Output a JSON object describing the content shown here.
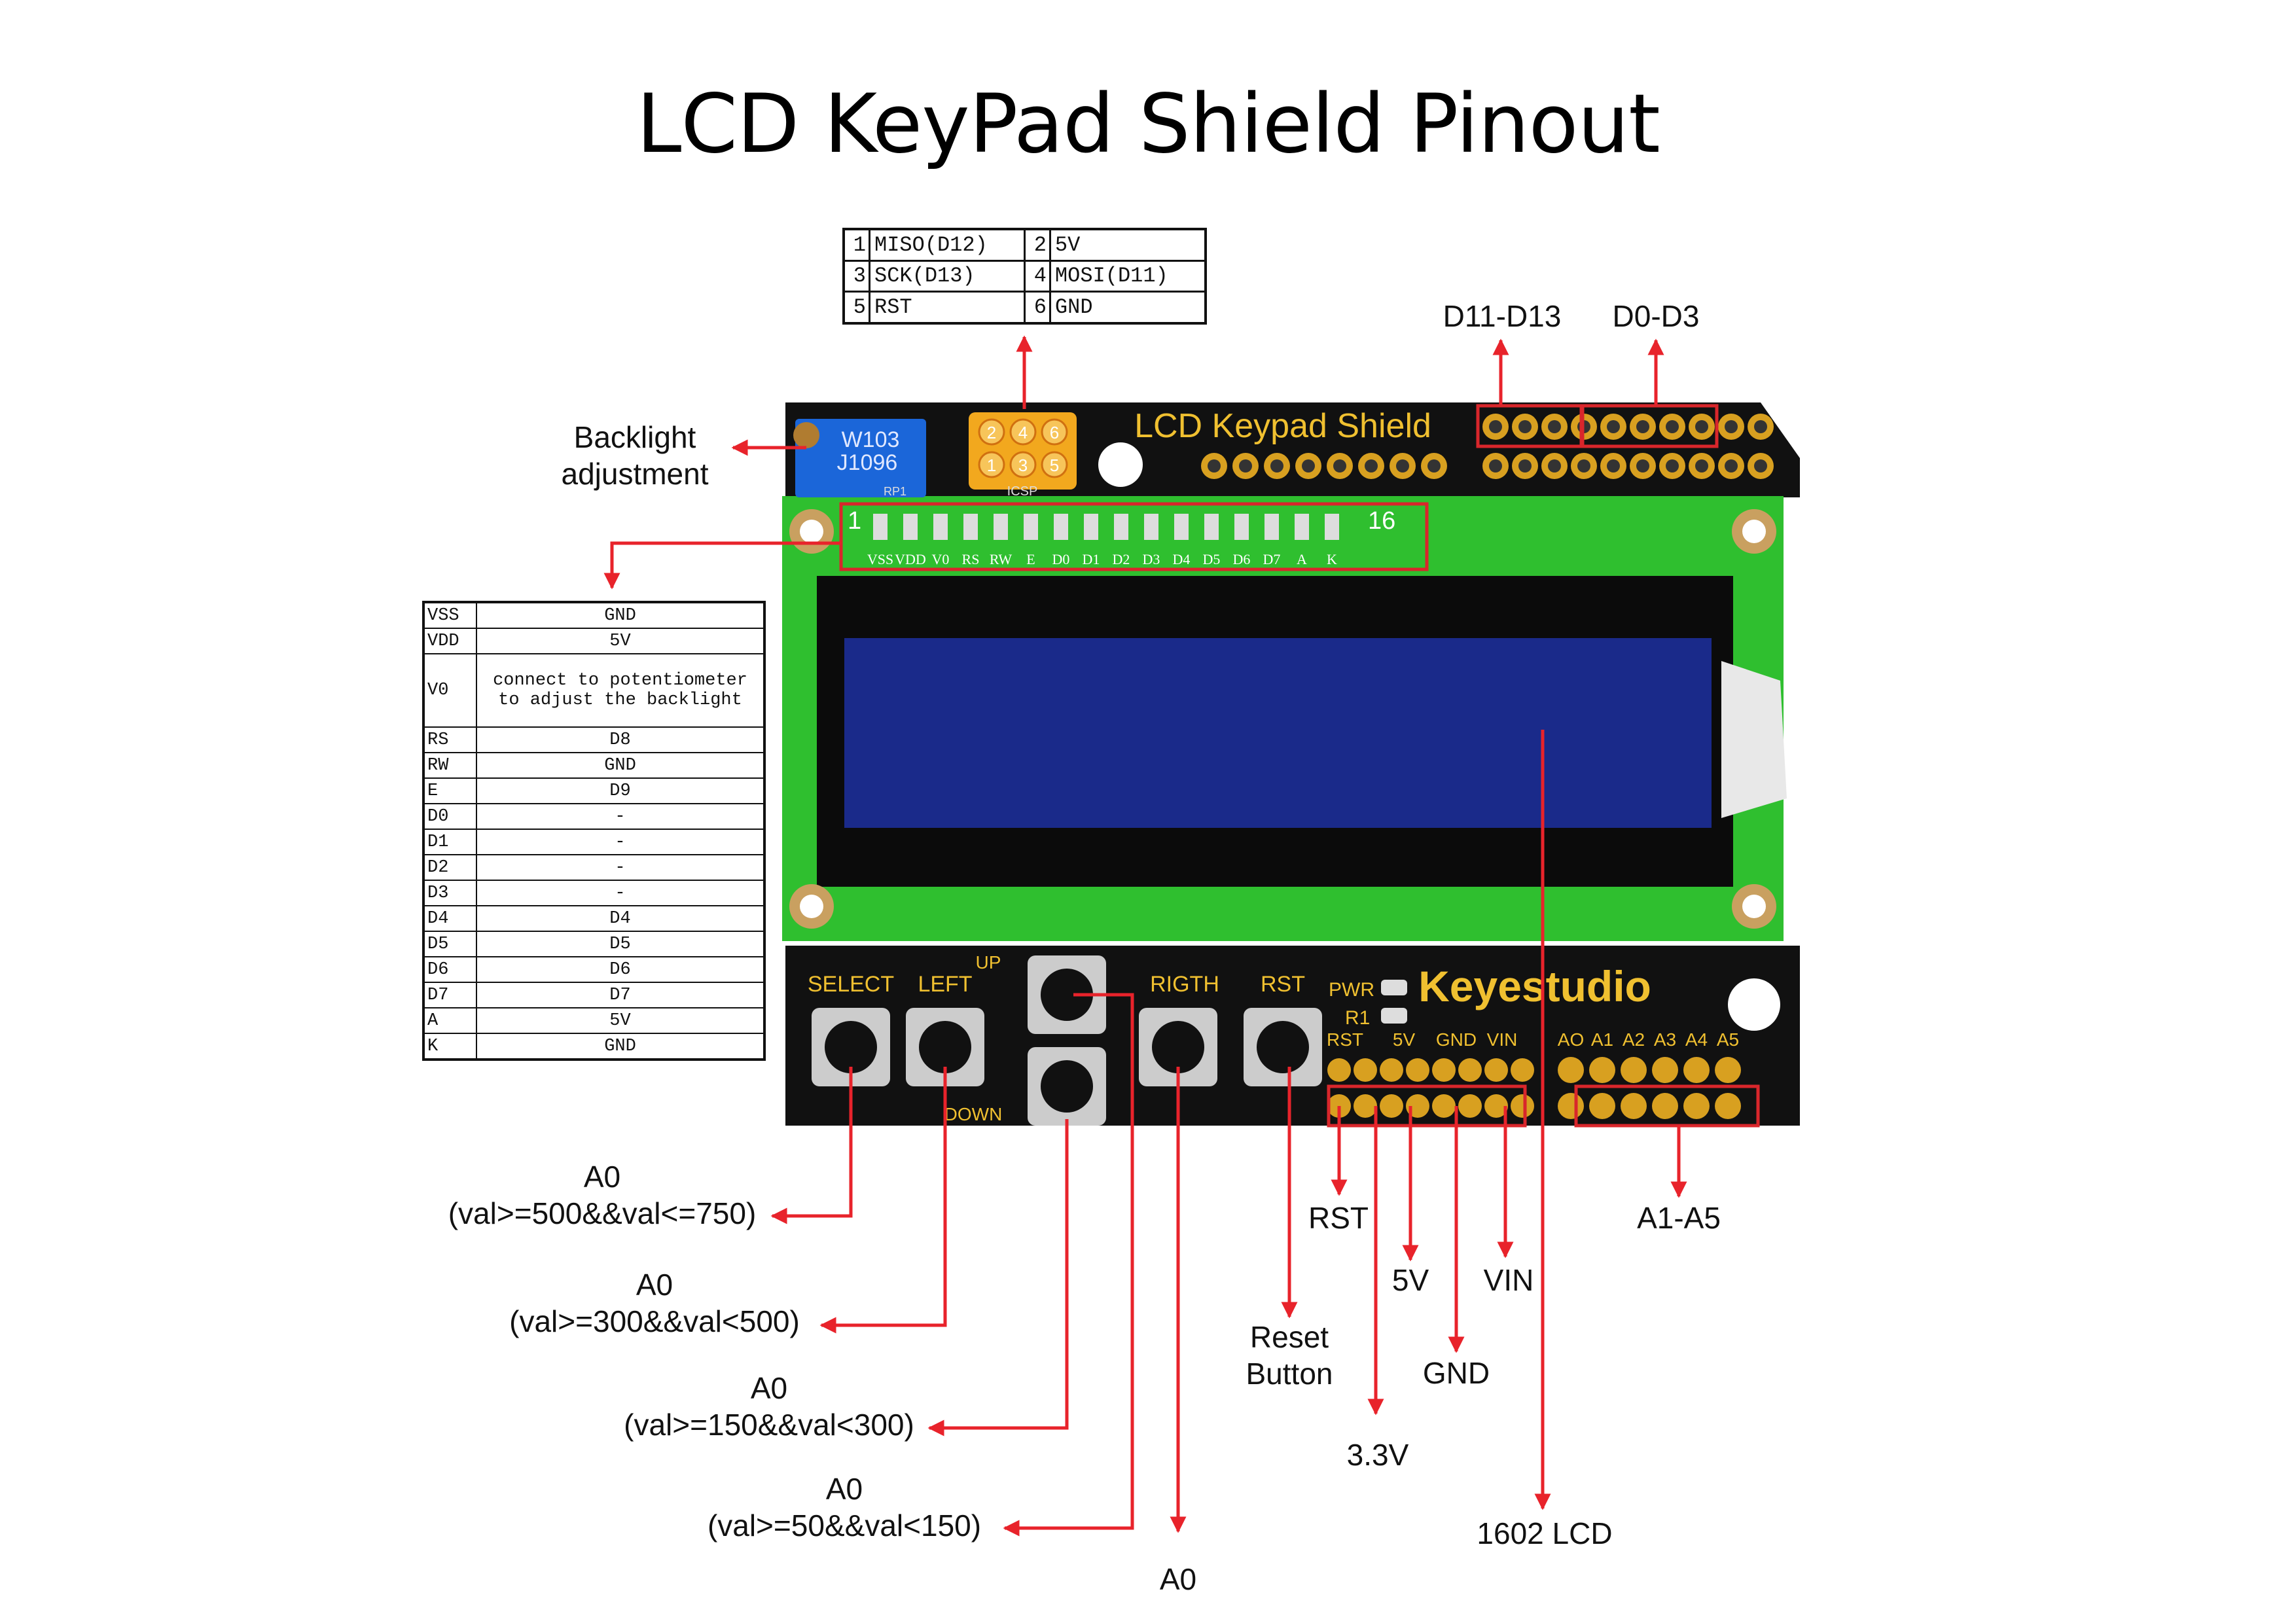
{
  "title": "LCD KeyPad Shield Pinout",
  "icsp_table": [
    {
      "n1": "1",
      "p1": "MISO(D12)",
      "n2": "2",
      "p2": "5V"
    },
    {
      "n1": "3",
      "p1": "SCK(D13)",
      "n2": "4",
      "p2": "MOSI(D11)"
    },
    {
      "n1": "5",
      "p1": "RST",
      "n2": "6",
      "p2": "GND"
    }
  ],
  "lcd_pin_table": [
    {
      "pin": "VSS",
      "value": "GND"
    },
    {
      "pin": "VDD",
      "value": "5V"
    },
    {
      "pin": "V0",
      "value": "connect to potentiometer to adjust the backlight"
    },
    {
      "pin": "RS",
      "value": "D8"
    },
    {
      "pin": "RW",
      "value": "GND"
    },
    {
      "pin": "E",
      "value": "D9"
    },
    {
      "pin": "D0",
      "value": "-"
    },
    {
      "pin": "D1",
      "value": "-"
    },
    {
      "pin": "D2",
      "value": "-"
    },
    {
      "pin": "D3",
      "value": "-"
    },
    {
      "pin": "D4",
      "value": "D4"
    },
    {
      "pin": "D5",
      "value": "D5"
    },
    {
      "pin": "D6",
      "value": "D6"
    },
    {
      "pin": "D7",
      "value": "D7"
    },
    {
      "pin": "A",
      "value": "5V"
    },
    {
      "pin": "K",
      "value": "GND"
    }
  ],
  "labels": {
    "backlight": "Backlight\nadjustment",
    "d11_d13": "D11-D13",
    "d0_d3": "D0-D3",
    "select": "A0\n(val>=500&&val<=750)",
    "left": "A0\n(val>=300&&val<500)",
    "down": "A0\n(val>=150&&val<300)",
    "up": "A0\n(val>=50&&val<150)",
    "right": "A0",
    "rst": "RST",
    "five_v": "5V",
    "vin": "VIN",
    "gnd": "GND",
    "three_v": "3.3V",
    "reset_button": "Reset\nButton",
    "lcd": "1602 LCD",
    "a1_a5": "A1-A5"
  },
  "board": {
    "shield_name": "LCD Keypad Shield",
    "brand": "Keyestudio",
    "pot_line1": "W103",
    "pot_line2": "J1096",
    "rp1": "RP1",
    "icsp": "ICSP",
    "icsp_pins_top": [
      "2",
      "4",
      "6"
    ],
    "icsp_pins_bottom": [
      "1",
      "3",
      "5"
    ],
    "pin_one": "1",
    "pin_sixteen": "16",
    "lcd_pin_names": [
      "VSS",
      "VDD",
      "V0",
      "RS",
      "RW",
      "E",
      "D0",
      "D1",
      "D2",
      "D3",
      "D4",
      "D5",
      "D6",
      "D7",
      "A",
      "K"
    ],
    "btn_select": "SELECT",
    "btn_left": "LEFT",
    "btn_up": "UP",
    "btn_down": "DOWN",
    "btn_right": "RIGTH",
    "btn_rst": "RST",
    "pwr": "PWR",
    "r1": "R1",
    "power_header": [
      "RST",
      "5V",
      "GND",
      "VIN"
    ],
    "analog_header": [
      "AO",
      "A1",
      "A2",
      "A3",
      "A4",
      "A5"
    ]
  },
  "colors": {
    "arrow": "#e8232b",
    "pcb": "#111111",
    "lcd_green": "#2fbf2f",
    "lcd_screen": "#1a2a8a",
    "header_gold": "#d8a020",
    "box_red": "#d9262b"
  }
}
